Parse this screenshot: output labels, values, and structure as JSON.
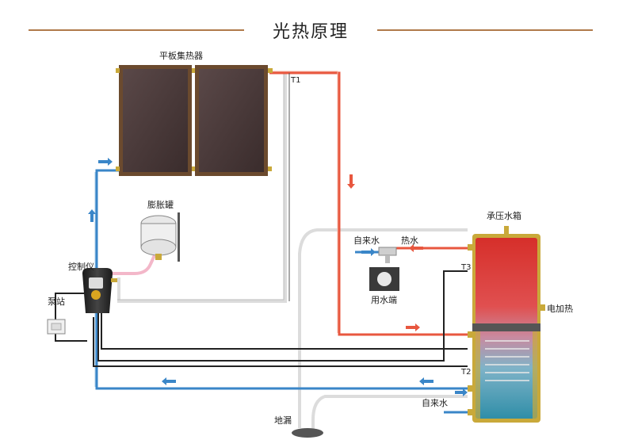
{
  "title": "光热原理",
  "labels": {
    "collector": "平板集热器",
    "t1": "T1",
    "expansion_tank": "膨胀罐",
    "controller": "控制仪",
    "pump_station": "泵站",
    "pressure_tank": "承压水箱",
    "cold_in": "自来水",
    "hot_water": "热水",
    "usage": "用水端",
    "t3": "T3",
    "electric_heater": "电加热",
    "t2": "T2",
    "cold_in_bottom": "自来水",
    "floor_drain": "地漏"
  },
  "colors": {
    "hot": "#e8573f",
    "cold": "#3a86c8",
    "return": "#d9d9d9",
    "wire": "#222222",
    "accent_line": "#b07a4a",
    "tank_shell": "#c9a93a",
    "collector_frame": "#6b4a2e",
    "collector_glass": "#4a3a3a"
  }
}
